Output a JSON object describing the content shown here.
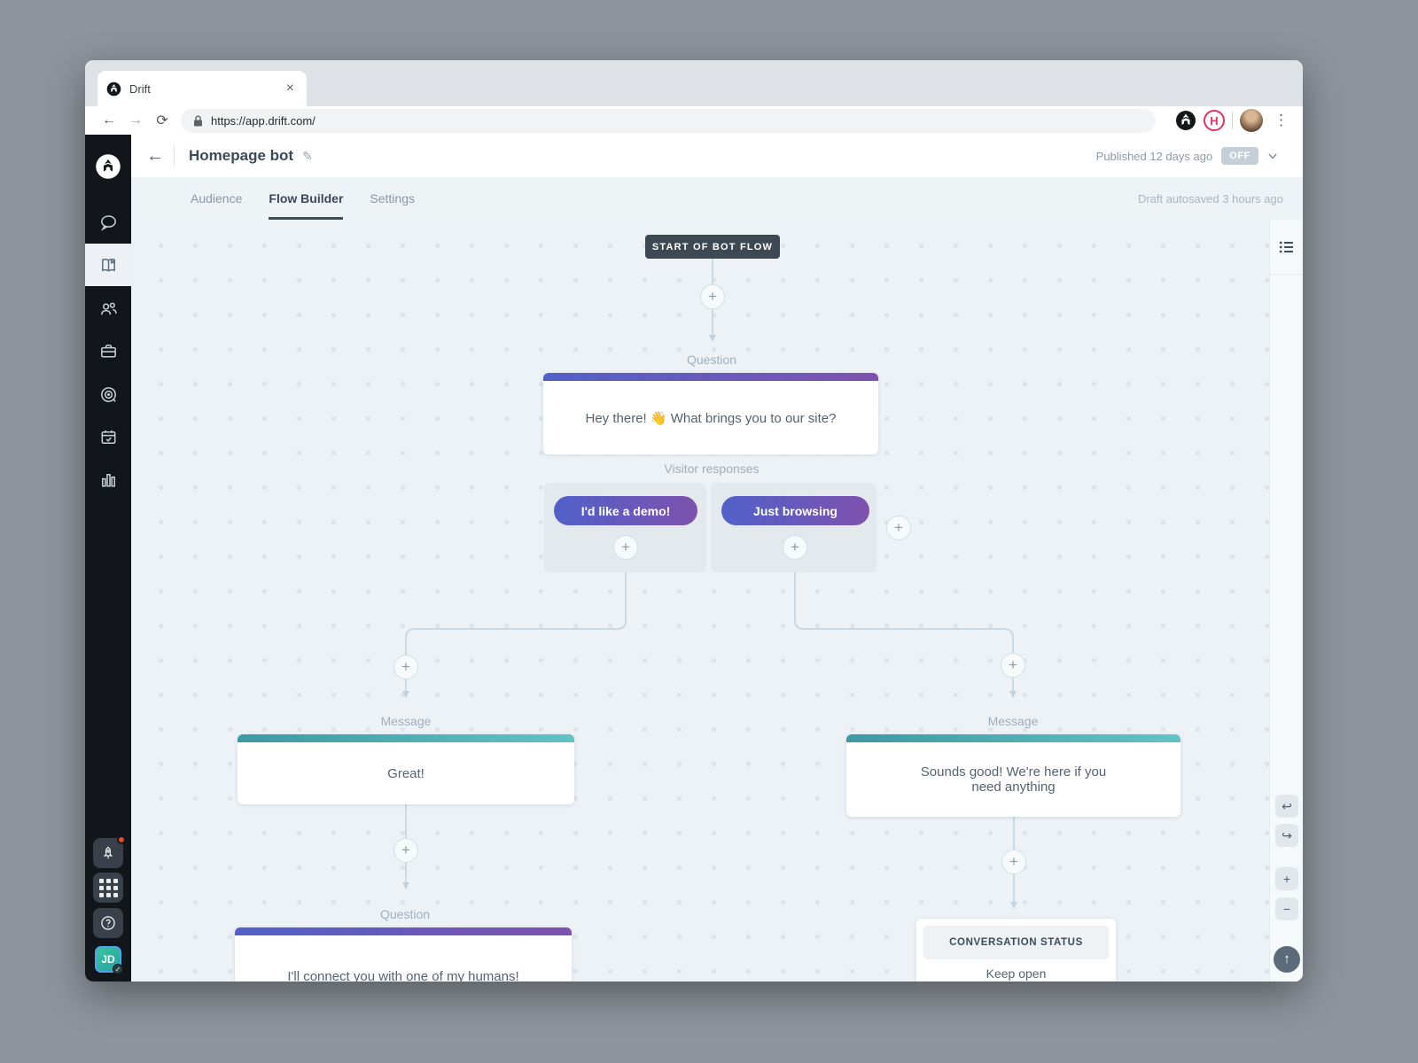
{
  "browser": {
    "tab_title": "Drift",
    "url": "https://app.drift.com/"
  },
  "glyphs": {
    "close": "×",
    "back": "←",
    "forward": "→",
    "refresh": "⟳",
    "menu": "⋮",
    "plus": "+",
    "minus": "−",
    "undo": "↩",
    "redo": "↪",
    "scroll_top": "↑",
    "help": "?",
    "pencil": "✎",
    "check": "✓",
    "ext_h": "H"
  },
  "header": {
    "title": "Homepage bot",
    "published": "Published 12 days ago",
    "toggle": "OFF"
  },
  "nav_tabs": {
    "audience": "Audience",
    "flow_builder": "Flow Builder",
    "settings": "Settings",
    "autosave": "Draft autosaved 3 hours ago"
  },
  "sidebar": {
    "user_initials": "JD"
  },
  "flow": {
    "start_badge": "START OF BOT FLOW",
    "question1_label": "Question",
    "question1_text": "Hey there! 👋 What brings you to our site?",
    "visitor_responses_label": "Visitor responses",
    "response_demo": "I'd like a demo!",
    "response_browsing": "Just browsing",
    "message_label_left": "Message",
    "message_left_text": "Great!",
    "message_label_right": "Message",
    "message_right_text": "Sounds good! We're here if you need anything",
    "question2_label": "Question",
    "question2_text": "I'll connect you with one of my humans!",
    "conversation_status_title": "CONVERSATION STATUS",
    "conversation_status_value": "Keep open"
  },
  "colors": {
    "purple_start": "#5161c9",
    "purple_end": "#7e51ae",
    "teal_start": "#3d99a2",
    "teal_end": "#60c3c6",
    "badge_dark": "#3d4852",
    "off_badge": "#c6cfd6",
    "accent_pink": "#e5315f"
  }
}
